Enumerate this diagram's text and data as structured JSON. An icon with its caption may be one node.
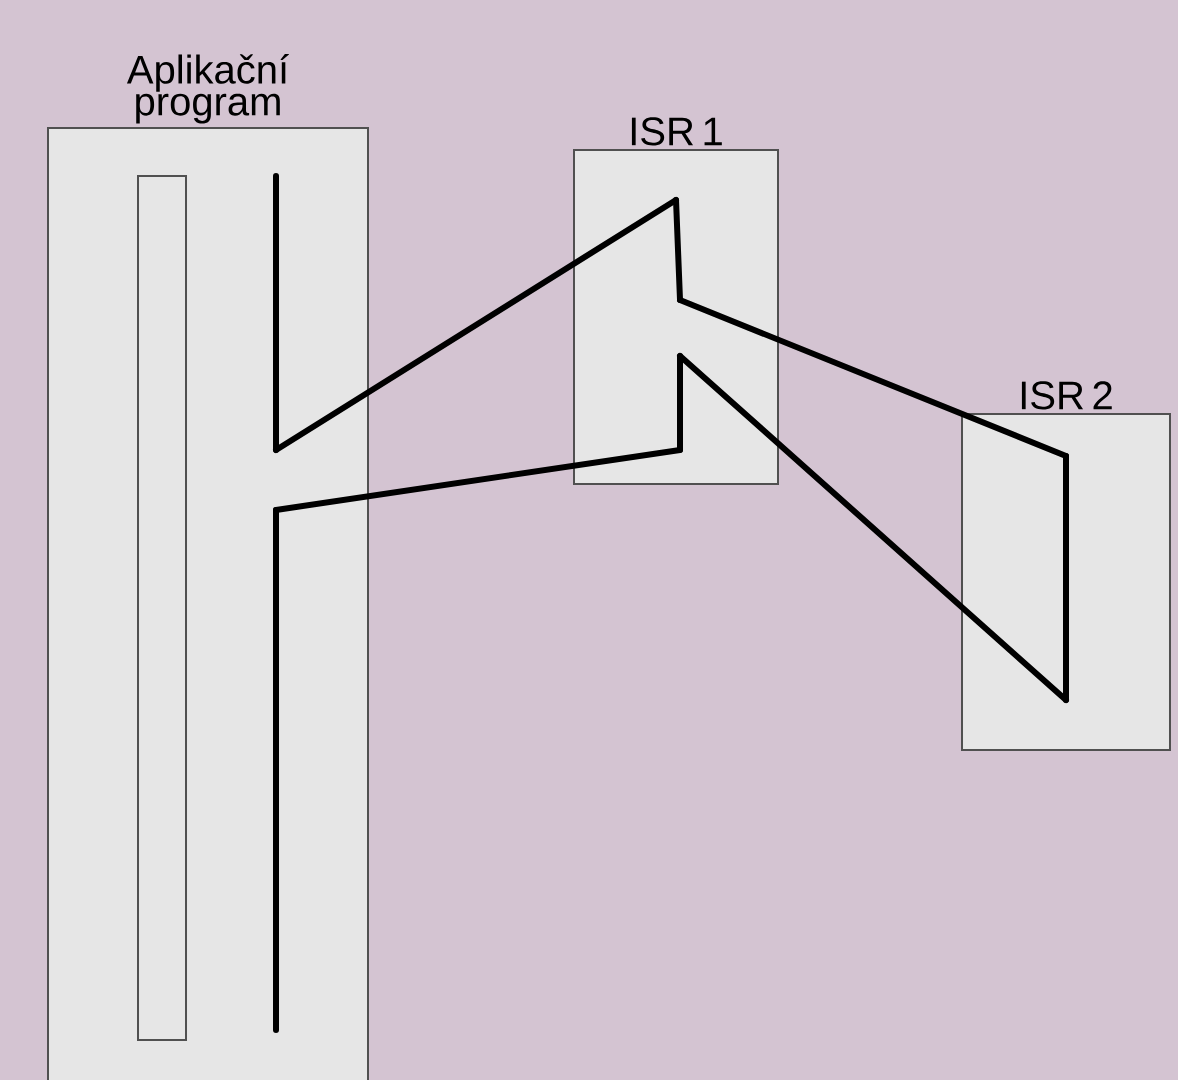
{
  "diagram": {
    "nodes": [
      {
        "text": [
          "Aplikační program"
        ]
      },
      {
        "text": [],
        "shape": "bar",
        "in": 0
      },
      {
        "text": [
          "ISR 1"
        ]
      },
      {
        "text": [
          "ISR 2"
        ]
      }
    ],
    "edges": [
      {
        "from": 0,
        "to": 2,
        "arrow": "none"
      },
      {
        "from": 2,
        "to": 3,
        "arrow": "none"
      },
      {
        "from": 3,
        "to": 2,
        "arrow": "none"
      },
      {
        "from": 2,
        "to": 0,
        "arrow": "none"
      }
    ]
  }
}
